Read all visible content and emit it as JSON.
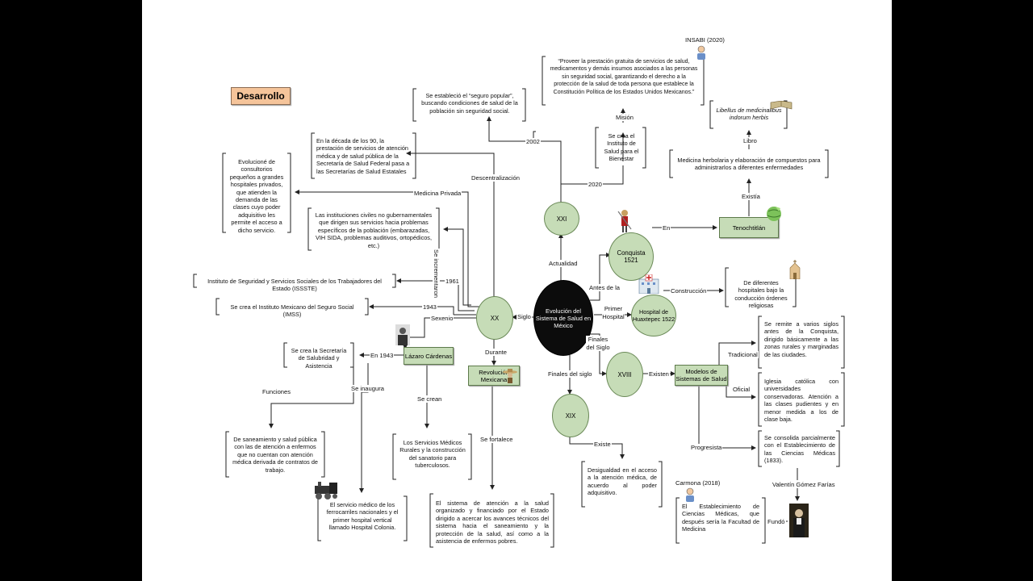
{
  "slide": {
    "title": "Desarrollo"
  },
  "center": "Evolución del Sistema de Salud en México",
  "centuries": {
    "xxi": "XXI",
    "xx": "XX",
    "xix": "XIX",
    "xviii": "XVIII"
  },
  "labels": {
    "actualidad": "Actualidad",
    "siglo": "Siglo",
    "durante": "Durante",
    "finales_siglo": "Finales del siglo",
    "antes_de_la": "Antes de la",
    "primer_hospital": "Primer Hospital",
    "finales_del_siglo": "Finales del Siglo",
    "y2002": "2002",
    "y2020": "2020",
    "mision": "Misión",
    "descentralizacion": "Descentralización",
    "medicina_privada": "Medicina Privada",
    "se_incrementaron": "Se incrementaron",
    "y1961": "1961",
    "y1943": "1943",
    "sexenio": "Sexenio",
    "en_1943": "En 1943",
    "funciones": "Funciones",
    "se_inaugura": "Se inaugura",
    "se_crean": "Se crean",
    "se_fortalece": "Se fortalece",
    "existe": "Existe",
    "en": "En",
    "existia": "Existía",
    "libro": "Libro",
    "construccion": "Construcción",
    "existen": "Existen",
    "tradicional": "Tradicional",
    "oficial": "Oficial",
    "progresista": "Progresista",
    "valentin": "Valentín Gómez Farías",
    "fundo": "Fundó",
    "insabi": "INSABI (2020)",
    "carmona": "Carmona (2018)"
  },
  "boxes": {
    "cardenas": "Lázaro Cárdenas",
    "revolucion": "Revolución Mexicana",
    "tenochtitlan": "Tenochtitlán",
    "hospital": "Hospital de Huaxtepec 1522",
    "conquista": "Conquista 1521",
    "modelos": "Modelos de Sistemas de Salud"
  },
  "notes": {
    "insabi_quote": "“Proveer la prestación gratuita de servicios de salud, medicamentos y demás insumos asociados a las personas sin seguridad social, garantizando el derecho a la protección de la salud de toda persona que establece la Constitución Política de los Estados Unidos Mexicanos.”",
    "seguro_popular": "Se estableció el “seguro popular”, buscando condiciones de salud de la población sin seguridad social.",
    "instituto_bienestar": "Se crea el Instituto de Salud para el Bienestar",
    "decada_90": "En la década de los 90, la prestación de servicios de atención médica y de salud pública de la Secretaría de Salud Federal pasa a las Secretarías de Salud Estatales",
    "consultorios": "Evolucioné de consultorios pequeños a grandes hospitales privados, que atienden la demanda de las clases cuyo poder adquisitivo les permite el acceso a dicho servicio.",
    "instituciones_civiles": "Las instituciones civiles no gubernamentales que dirigen sus servicios hacia problemas específicos de la población (embarazadas, VIH SIDA, problemas auditivos, ortopédicos, etc.)",
    "issste": "Instituto de Seguridad y Servicios Sociales de los Trabajadores del Estado (ISSSTE)",
    "imss": "Se crea el Instituto Mexicano del Seguro Social (IMSS)",
    "secretaria": "Se crea la Secretaría de Salubridad y Asistencia",
    "saneamiento": "De saneamiento y salud pública con las de atención a enfermos que no cuentan con atención médica derivada de contratos de trabajo.",
    "servicio_medico": "El servicio médico de los ferrocarriles nacionales y el primer hospital vertical llamado Hospital Colonia.",
    "servicios_rurales": "Los Servicios Médicos Rurales y la construcción del sanatorio para tuberculosos.",
    "sistema_atencion": "El sistema de atención a la salud organizado y financiado por el Estado dirigido a acercar los avances técnicos del sistema hacia el saneamiento y la protección de la salud, así como a la asistencia de enfermos pobres.",
    "desigualdad": "Desigualdad en el acceso a la atención médica, de acuerdo al poder adquisitivo.",
    "libellus": "Libellus de medicinalibus indorum herbis",
    "herbolaria": "Medicina herbolaria y elaboración de compuestos para administrarlos a diferentes enfermedades",
    "hospitales_religiosos": "De diferentes hospitales bajo la conducción órdenes religiosas",
    "remite": "Se remite a varios siglos antes de la Conquista, dirigido básicamente a las zonas rurales y marginadas de las ciudades.",
    "iglesia": "Iglesia católica con universidades conservadoras. Atención a las clases pudientes y en menor medida a los de clase baja.",
    "consolida": "Se consolida parcialmente con el Establecimiento de las Ciencias Médicas (1833).",
    "establecimiento": "El Establecimiento de Ciencias Médicas, que después sería la Facultad de Medicina"
  },
  "colors": {
    "box_fill": "#c6dcb7",
    "title_fill": "#f5c49a",
    "center_fill": "#0c0c0c",
    "lines": "#222222"
  },
  "icons": [
    "person-icon",
    "portrait-icon",
    "soldier-icon",
    "book-icon",
    "globe-icon",
    "church-icon",
    "hospital-icon",
    "train-icon",
    "sombrero-icon"
  ]
}
